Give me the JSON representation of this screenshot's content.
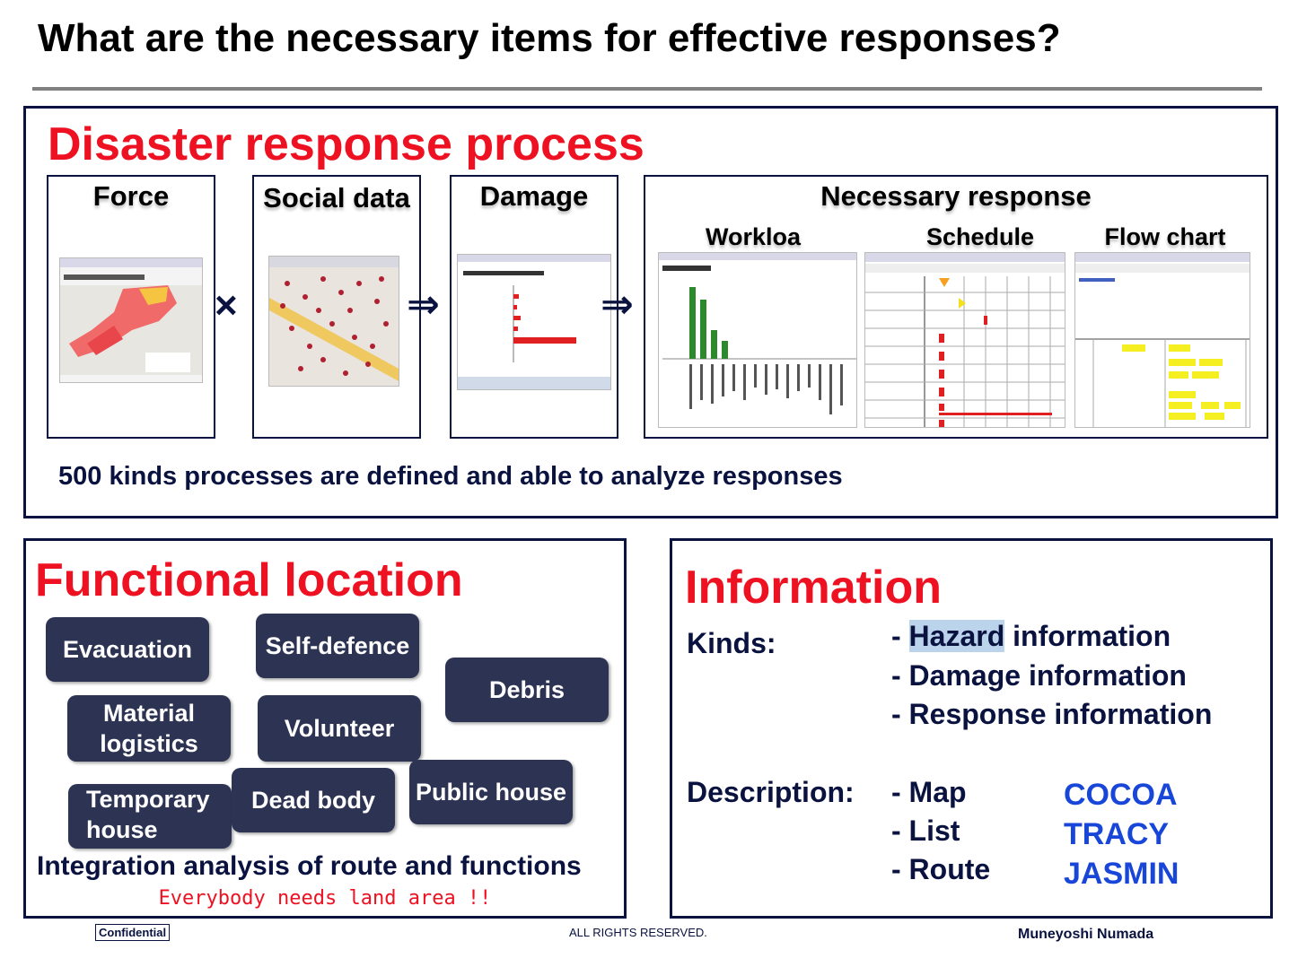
{
  "page": {
    "title": "What are the necessary items for effective responses?"
  },
  "process": {
    "heading": "Disaster response process",
    "panels": {
      "force": "Force",
      "social": "Social data",
      "damage": "Damage",
      "necessary": "Necessary response"
    },
    "operators": {
      "times": "×",
      "arrow1": "⇒",
      "arrow2": "⇒"
    },
    "subpanels": {
      "workload": "Workloa",
      "schedule": "Schedule",
      "flowchart": "Flow chart"
    },
    "caption": "500 kinds processes are defined and able to analyze responses"
  },
  "functional": {
    "heading": "Functional location",
    "pills": [
      "Evacuation",
      "Self-defence",
      "Debris",
      [
        "Material",
        "logistics"
      ],
      "Volunteer",
      [
        "Temporary",
        "house"
      ],
      "Dead body",
      "Public house"
    ],
    "caption": "Integration analysis of route and functions",
    "note": "Everybody needs land area !!"
  },
  "information": {
    "heading": "Information",
    "kinds_label": "Kinds:",
    "kinds": [
      "- Hazard information",
      "- Damage information",
      "- Response information"
    ],
    "description_label": "Description:",
    "descriptions": [
      "- Map",
      "- List",
      "- Route"
    ],
    "systems": [
      "COCOA",
      "TRACY",
      "JASMIN"
    ],
    "colors": {
      "heading": "#ee1122",
      "text": "#0a1340",
      "systems": "#1846d8",
      "highlight": "#bcd3ec"
    }
  },
  "footer": {
    "confidential": "Confidential",
    "rights": "ALL RIGHTS RESERVED.",
    "author": "Muneyoshi Numada"
  }
}
